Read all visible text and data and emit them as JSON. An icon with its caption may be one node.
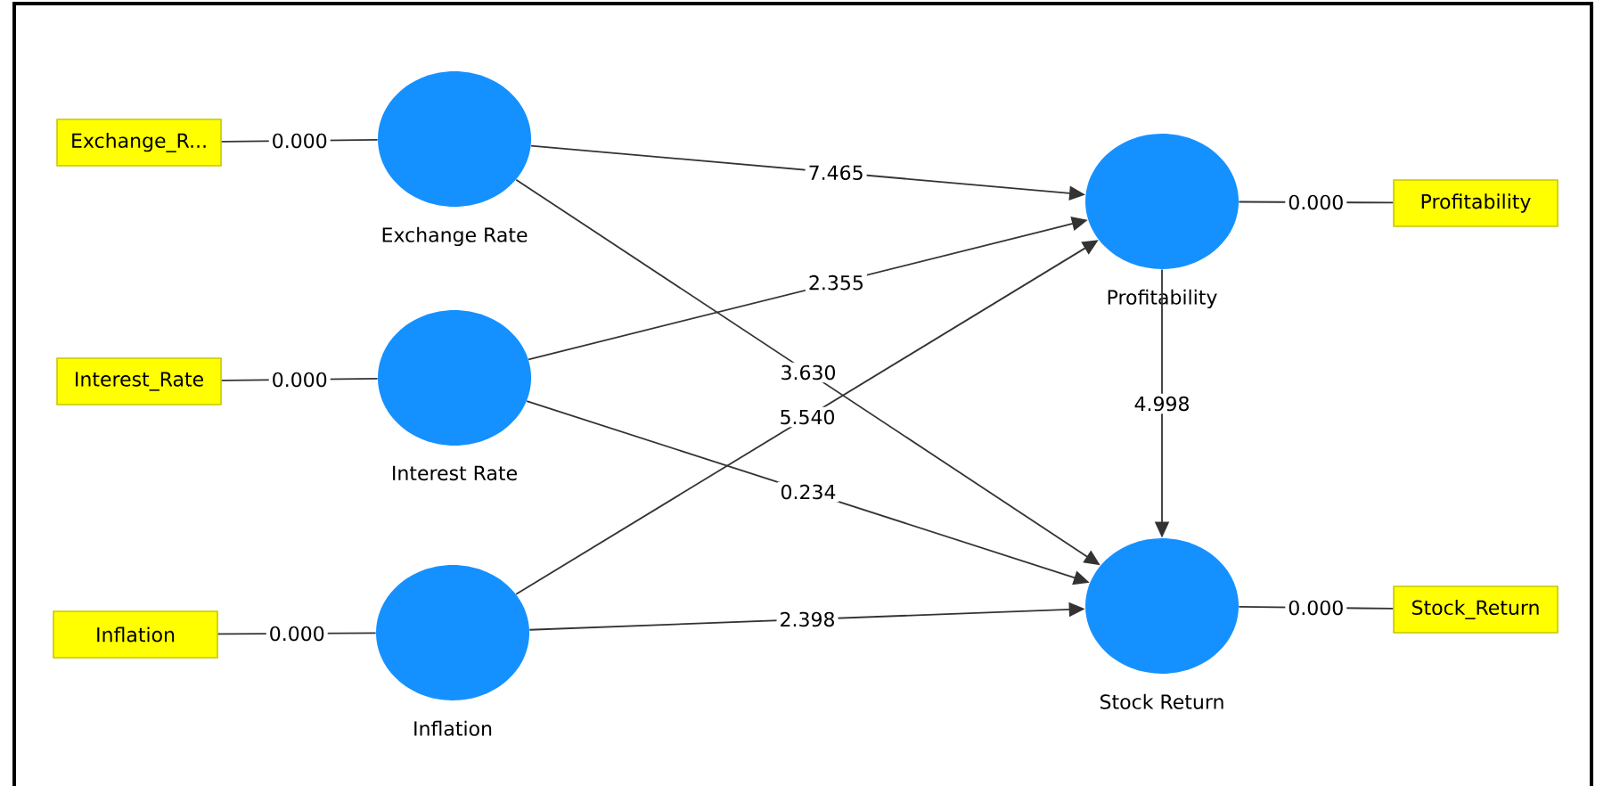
{
  "diagram": {
    "nodes": [
      {
        "text": [
          "Exchange_R..."
        ]
      },
      {
        "text": [
          "Exchange Rate"
        ]
      },
      {
        "text": [
          "Profitability"
        ]
      },
      {
        "text": [
          "Profitability"
        ]
      },
      {
        "text": [
          "Interest_Rate"
        ]
      },
      {
        "text": [
          "Interest Rate"
        ]
      },
      {
        "text": [
          "Inflation"
        ]
      },
      {
        "text": [
          "Inflation"
        ]
      },
      {
        "text": [
          "Stock Return"
        ]
      },
      {
        "text": [
          "Stock_Return"
        ]
      }
    ],
    "edges": [
      {
        "from": 0,
        "to": 1,
        "arrow": "none",
        "label": "0.000"
      },
      {
        "from": 2,
        "to": 3,
        "arrow": "none",
        "label": "0.000"
      },
      {
        "from": 4,
        "to": 5,
        "arrow": "none",
        "label": "0.000"
      },
      {
        "from": 6,
        "to": 7,
        "arrow": "none",
        "label": "0.000"
      },
      {
        "from": 8,
        "to": 9,
        "arrow": "none",
        "label": "0.000"
      },
      {
        "from": 1,
        "to": 2,
        "arrow": "to",
        "label": "7.465"
      },
      {
        "from": 5,
        "to": 2,
        "arrow": "to",
        "label": "2.355"
      },
      {
        "from": 1,
        "to": 8,
        "arrow": "to",
        "label": "3.630"
      },
      {
        "from": 7,
        "to": 2,
        "arrow": "to",
        "label": "5.540"
      },
      {
        "from": 5,
        "to": 8,
        "arrow": "to",
        "label": "0.234"
      },
      {
        "from": 7,
        "to": 8,
        "arrow": "to",
        "label": "2.398"
      },
      {
        "from": 2,
        "to": 8,
        "arrow": "to",
        "label": "4.998"
      }
    ]
  }
}
